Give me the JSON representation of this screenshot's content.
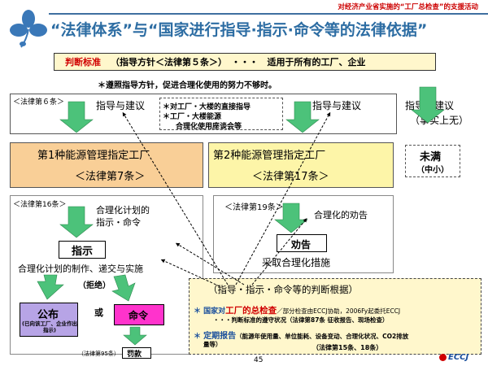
{
  "header": {
    "top_right": "对经济产业省实施的“工厂总检查”的支援活动",
    "title": "“法律体系”与“国家进行指导·指示·命令等的法律依据”"
  },
  "standard": {
    "label": "判断标准",
    "text": "（指导方针＜法律第５条＞）　・・・　适用于所有的工厂、企业",
    "note": "＊遵照指导方针，促进合理化使用的努力不够时。"
  },
  "top_row": {
    "law6": "＜法律第６条＞",
    "guide1": "指导与建议",
    "direct": [
      "＊对工厂・大楼的直接指导",
      "＊工厂・大楼能源",
      "合理化使用座谈会等"
    ],
    "guide2": "指导与建议",
    "guide3": "指导与建议",
    "guide3b": "（事实上无）"
  },
  "designated": {
    "first": "第1种能源管理指定工厂",
    "first_law": "＜法律第7条＞",
    "second": "第2种能源管理指定工厂",
    "second_law": "＜法律第17条＞",
    "small": "未满",
    "small_sub": "（中小）"
  },
  "left_panel": {
    "law16": "＜法律第16条＞",
    "plan": "合理化计划的",
    "plan2": "指示・命令",
    "instruct": "指示",
    "fail": "合理化计划的制作、递交与实施",
    "refuse": "（拒绝）",
    "publish": "公布",
    "publish_sub": "(已向该工厂、企业作出指示)",
    "or": "或",
    "order": "命令",
    "law95": "（法律第95条）",
    "fine": "罚款"
  },
  "right_panel": {
    "law19": "＜法律第19条＞",
    "advice_label": "合理化的劝告",
    "advice": "劝告",
    "measure": "采取合理化措施"
  },
  "basis": {
    "title": "（指导・指示・命令等的判断根据）",
    "item1_prefix": "＊ 国家对",
    "item1_highlight": "工厂的总检查",
    "item1_rest": "／部分检查由ECCJ协助，2006Fy起委托ECCJ",
    "item1_line2": "・・・判断标准的遵守状况（法律第87条 征收报告、现场检查）",
    "item2_prefix": "＊ ",
    "item2_highlight": "定期报告",
    "item2_rest": "（能源年使用量、单位能耗、设备变动、合理化状况、CO2排放",
    "item2_line2": "量等）",
    "item2_law": "（法律第15条、18条）"
  },
  "footer": {
    "page": "45",
    "logo": "ECCJ"
  }
}
